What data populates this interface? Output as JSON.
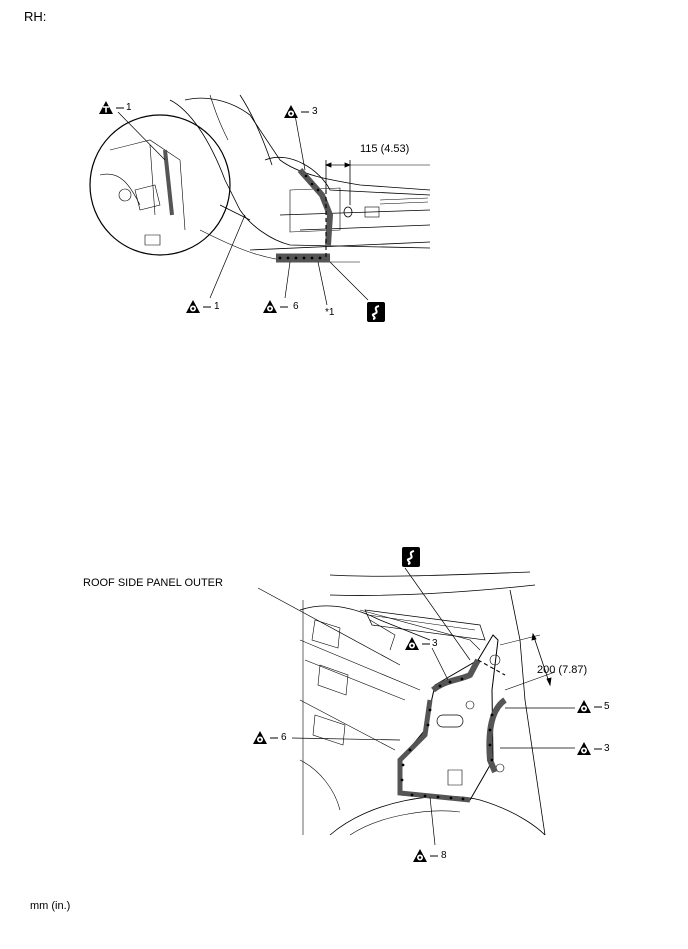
{
  "page": {
    "side_label": "RH:",
    "unit_note": "mm (in.)"
  },
  "top_figure": {
    "dimension": "115 (4.53)",
    "callouts": {
      "c1_top": "1",
      "c3": "3",
      "c1_bottom": "1",
      "c6": "6"
    },
    "note_ref": "*1",
    "symbols": [
      "triangle-t-icon",
      "triangle-spot-weld-icon",
      "cut-sawtooth-icon"
    ]
  },
  "bottom_figure": {
    "part_label": "ROOF SIDE PANEL OUTER",
    "dimension": "200 (7.87)",
    "callouts": {
      "c3_top": "3",
      "c5": "5",
      "c6": "6",
      "c3_right": "3",
      "c8": "8"
    },
    "symbols": [
      "triangle-spot-weld-icon",
      "cut-sawtooth-icon"
    ]
  },
  "colors": {
    "ink": "#000000",
    "paper": "#ffffff",
    "weld": "#555555"
  }
}
